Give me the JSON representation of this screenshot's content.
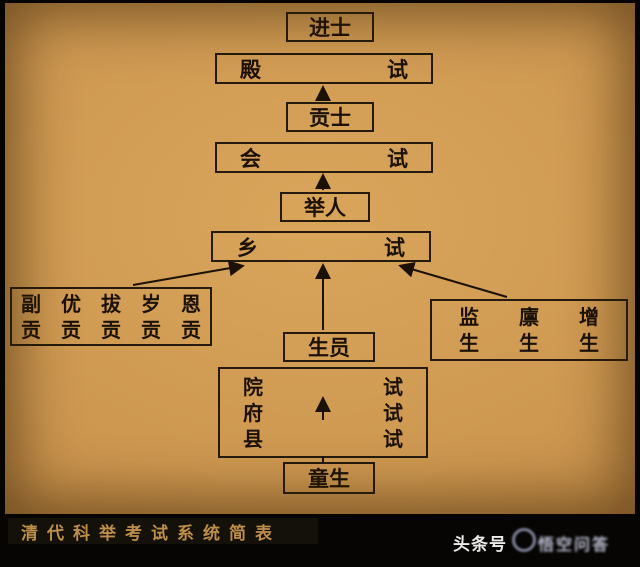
{
  "colors": {
    "background": "#cd9750",
    "box_border": "#241a0e",
    "diagram_text": "#1c1106",
    "footer_bar_text": "#bd8e4a",
    "watermark_text": "#ffffff"
  },
  "nodes": {
    "jinshi": "进士",
    "dianshi": "殿　　　　　　试",
    "gongshi": "贡士",
    "huishi": "会　　　　　　试",
    "juren": "举人",
    "xiangshi": "乡　　　　　　试",
    "tribute": {
      "row1": "副　优　拔　岁　恩",
      "row2": "贡　贡　贡　贡　贡"
    },
    "students": {
      "row1": "监　　廪　　增",
      "row2": "生　　生　　生"
    },
    "shengyuan": "生员",
    "exam_levels": {
      "row1": "院　　　　　　试",
      "row2": "府　　　　　　试",
      "row3": "县　　　　　　试"
    },
    "tongsheng": "童生"
  },
  "footer": {
    "title": "清代科举考试系统简表",
    "watermark_source": "头条号",
    "watermark_brand": "悟空问答"
  }
}
